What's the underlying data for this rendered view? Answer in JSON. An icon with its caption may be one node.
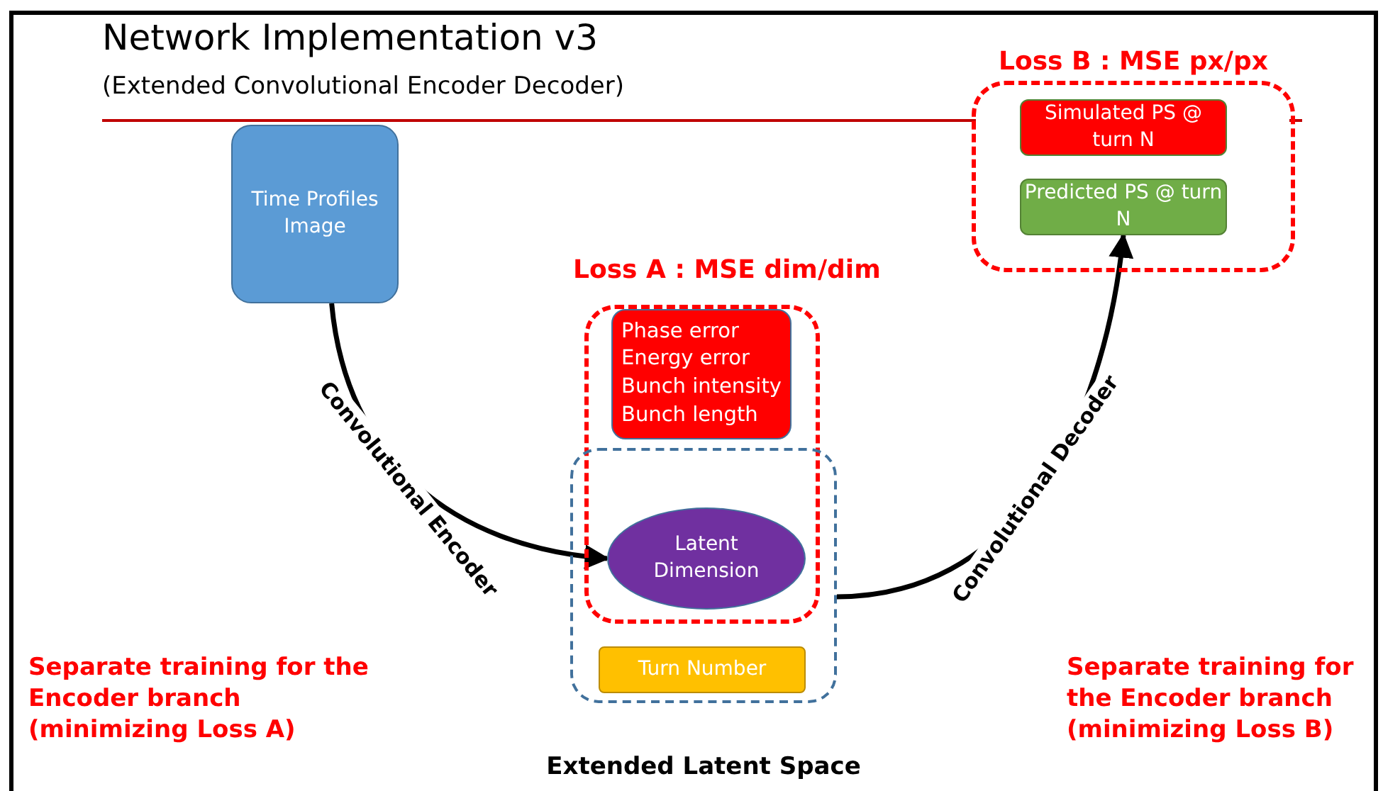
{
  "diagram": {
    "title": "Network Implementation v3",
    "nodes": [
      {
        "text": [
          "Time Profiles Image"
        ]
      },
      {
        "text": [
          "Loss A : MSE dim/dim"
        ]
      },
      {
        "text": [
          "Phase error",
          "Energy error",
          "Bunch intensity",
          "Bunch length"
        ],
        "in": 1
      },
      {
        "text": [
          "Extended Latent Space"
        ]
      },
      {
        "text": [
          "Latent Dimension"
        ]
      },
      {
        "text": [
          "Turn Number"
        ],
        "in": 3
      },
      {
        "text": [
          "Loss B : MSE px/px"
        ]
      },
      {
        "text": [
          "Simulated PS @ turn N"
        ],
        "in": 6
      },
      {
        "text": [
          "Predicted PS @ turn N"
        ],
        "in": 6
      }
    ],
    "edges": [
      {
        "from": 0,
        "to": 4,
        "arrow": "to",
        "label": "Convolutional Encoder"
      },
      {
        "from": 3,
        "to": 8,
        "arrow": "to",
        "label": "Convolutional Decoder"
      }
    ],
    "labels": [
      "(Extended Convolutional Encoder Decoder)",
      "Separate training for the Encoder branch (minimizing Loss A)",
      "Separate training for the Encoder branch (minimizing Loss B)"
    ]
  }
}
